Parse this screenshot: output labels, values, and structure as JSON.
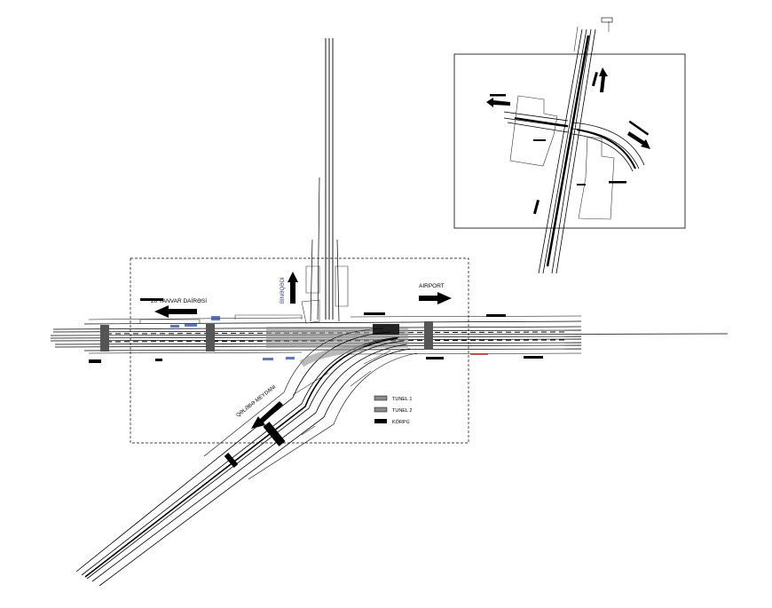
{
  "labels": {
    "yanvar": "20 YANVAR DAİRƏSİ",
    "airport": "AIRPORT",
    "binegedi": "BİNƏQƏDİ",
    "qelebe": "QƏLƏBƏ MEYDANI"
  },
  "legend": {
    "items": [
      {
        "label": "TUNEL 1",
        "color": "#8c8c8c"
      },
      {
        "label": "TUNEL 2",
        "color": "#8c8c8c"
      },
      {
        "label": "KÖRPÜ",
        "color": "#000000"
      }
    ]
  },
  "colors": {
    "line": "#000000",
    "accent_blue": "#1a3fb0",
    "accent_red": "#d03020"
  }
}
